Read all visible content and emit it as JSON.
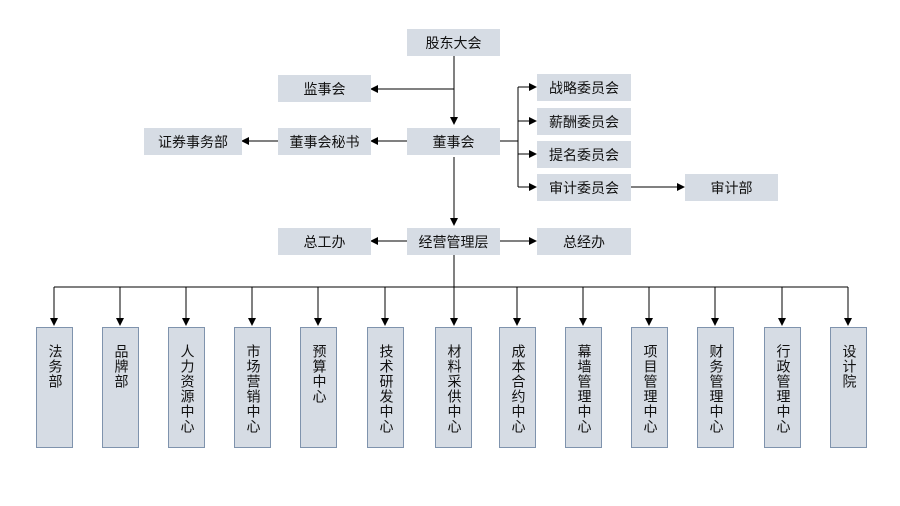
{
  "top": {
    "shareholders": "股东大会",
    "supervisors": "监事会",
    "board": "董事会",
    "board_secretary": "董事会秘书",
    "securities_dept": "证券事务部",
    "committees": [
      "战略委员会",
      "薪酬委员会",
      "提名委员会",
      "审计委员会"
    ],
    "audit_dept": "审计部",
    "management": "经营管理层",
    "chief_engineer_office": "总工办",
    "general_manager_office": "总经办"
  },
  "departments": [
    "法务部",
    "品牌部",
    "人力资源中心",
    "市场营销中心",
    "预算中心",
    "技术研发中心",
    "材料采供中心",
    "成本合约中心",
    "幕墙管理中心",
    "项目管理中心",
    "财务管理中心",
    "行政管理中心",
    "设计院"
  ],
  "colors": {
    "box_fill": "#d6dce4",
    "box_border": "#7f93ad",
    "line": "#000000"
  }
}
